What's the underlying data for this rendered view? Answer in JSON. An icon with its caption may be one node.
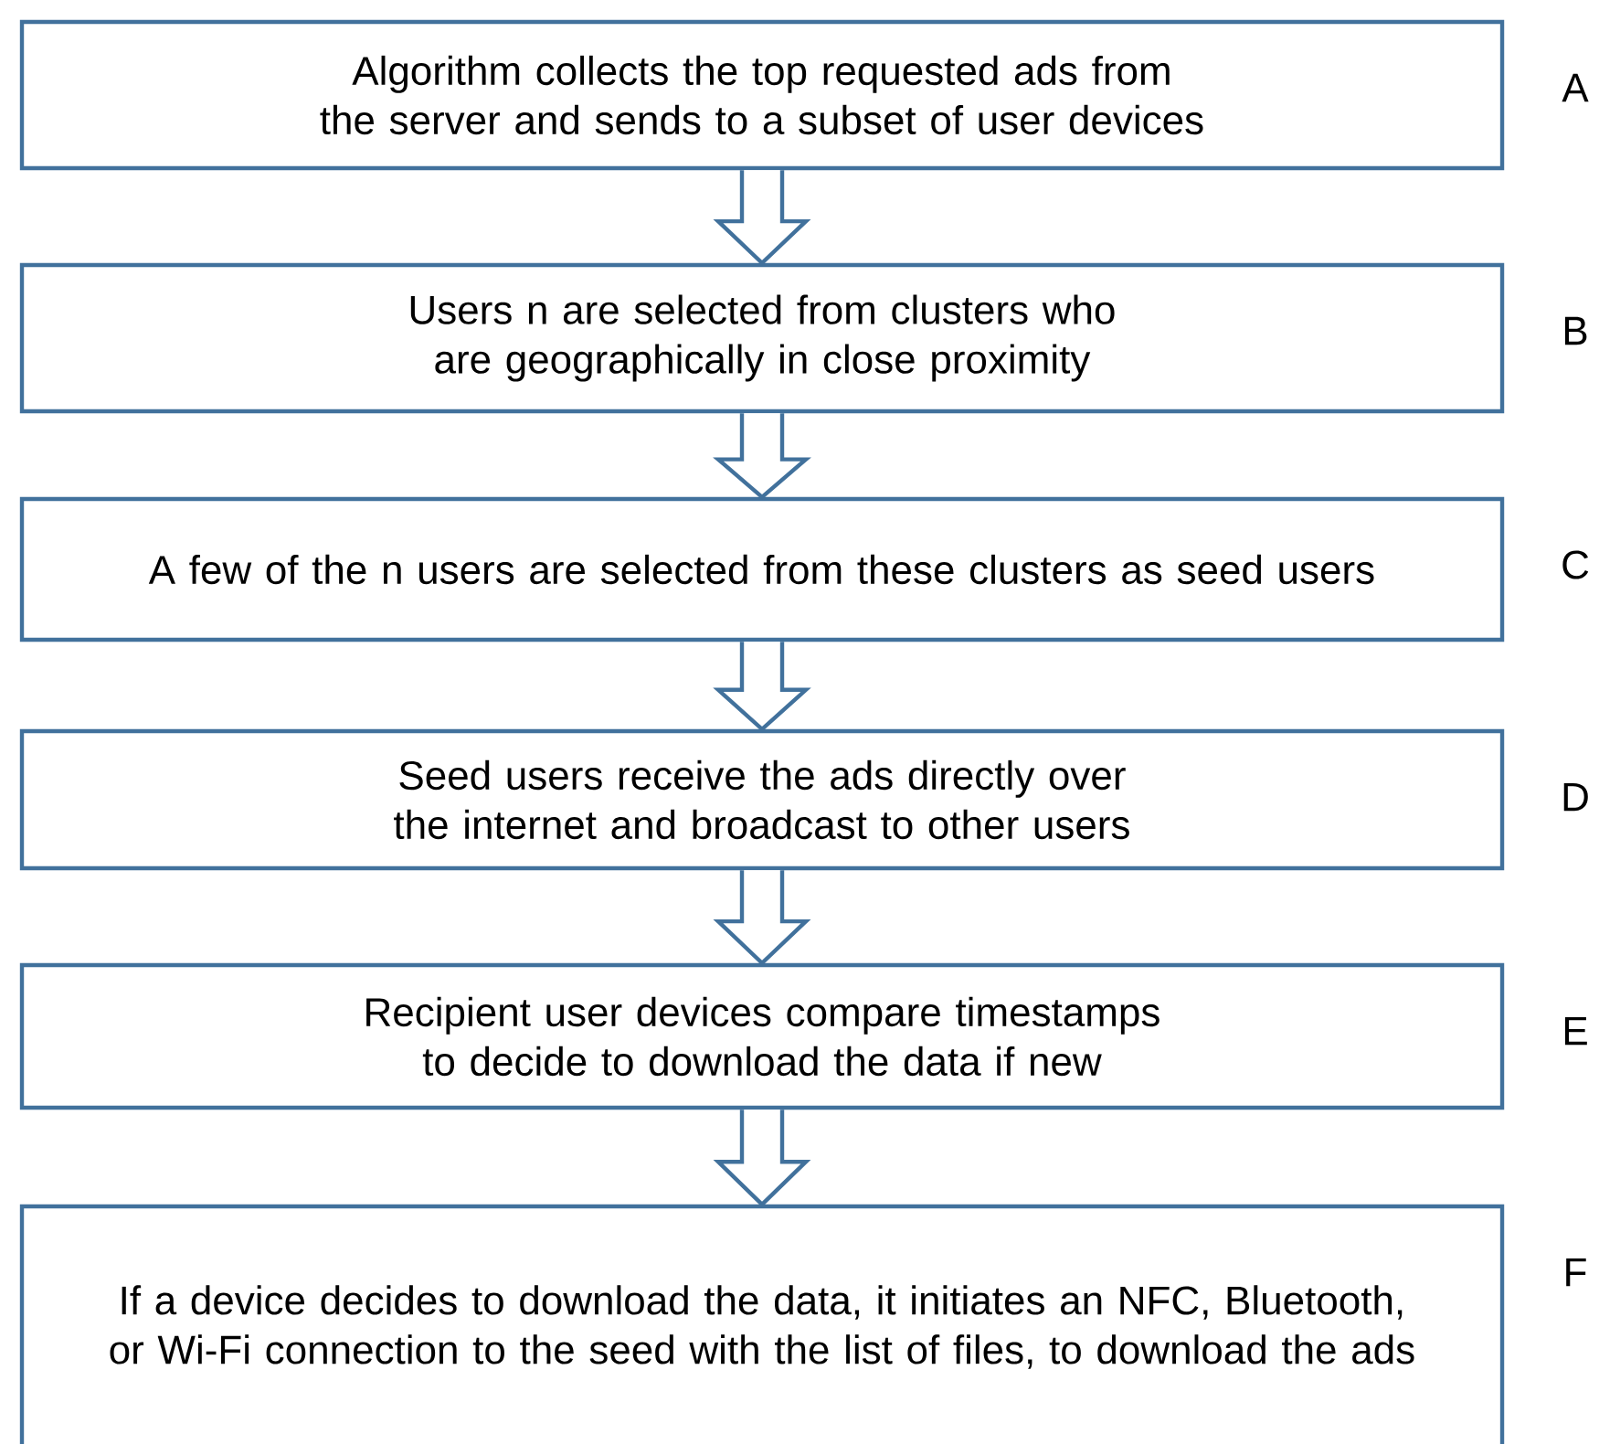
{
  "diagram": {
    "nodes": [
      {
        "text": [
          "Algorithm collects the top requested ads from the server and sends to a subset of user devices"
        ],
        "beside": [
          "A"
        ]
      },
      {
        "text": [
          "Users n are selected from clusters who are geographically in close proximity"
        ],
        "beside": [
          "B"
        ]
      },
      {
        "text": [
          "A few of the n users are selected from these clusters as seed users"
        ],
        "beside": [
          "C"
        ]
      },
      {
        "text": [
          "Seed users receive the ads directly over the internet and broadcast to other users"
        ],
        "beside": [
          "D"
        ]
      },
      {
        "text": [
          "Recipient user devices compare timestamps to decide to download the data if new"
        ],
        "beside": [
          "E"
        ]
      },
      {
        "text": [
          "If a device decides to download the data, it initiates an NFC, Bluetooth, or Wi-Fi connection to the seed with the list of files, to download the ads"
        ],
        "beside": [
          "F"
        ]
      }
    ],
    "edges": [
      {
        "from": 0,
        "to": 1,
        "arrow": "to"
      },
      {
        "from": 1,
        "to": 2,
        "arrow": "to"
      },
      {
        "from": 2,
        "to": 3,
        "arrow": "to"
      },
      {
        "from": 3,
        "to": 4,
        "arrow": "to"
      },
      {
        "from": 4,
        "to": 5,
        "arrow": "to"
      }
    ]
  }
}
